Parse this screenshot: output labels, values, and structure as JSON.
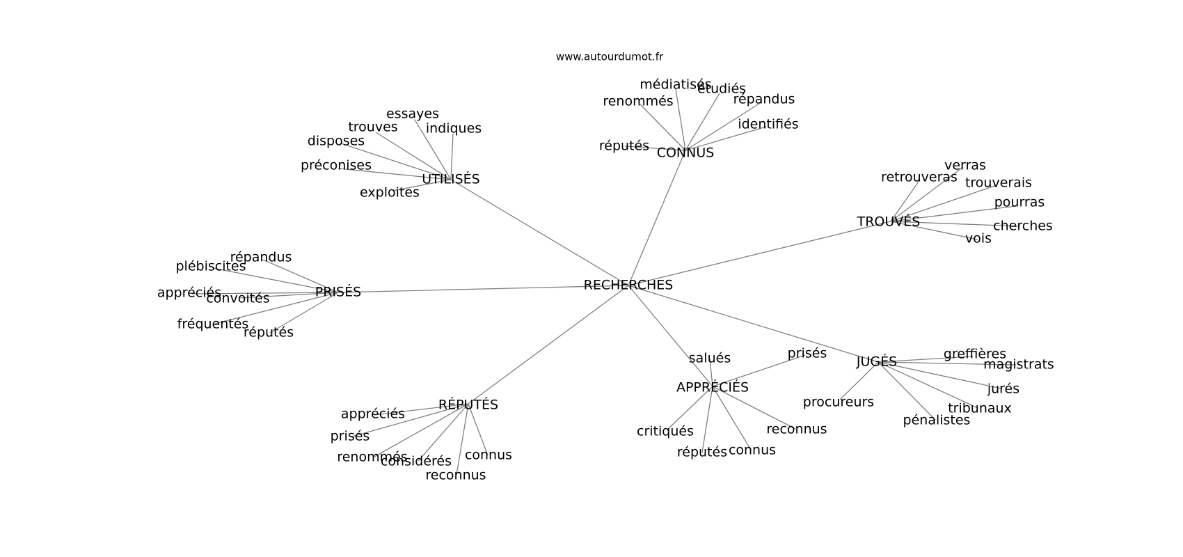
{
  "source": "www.autourdumot.fr",
  "center": "RECHERCHES",
  "hubs": [
    {
      "label": "UTILISÉS",
      "leaves": [
        "essayes",
        "trouves",
        "indiques",
        "disposes",
        "préconises",
        "exploites"
      ]
    },
    {
      "label": "CONNUS",
      "leaves": [
        "médiatisés",
        "étudiés",
        "renommés",
        "répandus",
        "identifiés",
        "réputés"
      ]
    },
    {
      "label": "TROUVÉS",
      "leaves": [
        "verras",
        "retrouveras",
        "trouverais",
        "pourras",
        "cherches",
        "vois"
      ]
    },
    {
      "label": "PRISÉS",
      "leaves": [
        "répandus",
        "plébiscites",
        "appréciés",
        "convoités",
        "fréquentés",
        "réputés"
      ]
    },
    {
      "label": "JUGÉS",
      "leaves": [
        "greffières",
        "magistrats",
        "jurés",
        "procureurs",
        "tribunaux",
        "pénalistes"
      ]
    },
    {
      "label": "APPRÉCIÉS",
      "leaves": [
        "salués",
        "prisés",
        "critiqués",
        "reconnus",
        "réputés",
        "connus"
      ]
    },
    {
      "label": "RÉPUTÉS",
      "leaves": [
        "appréciés",
        "prisés",
        "renommés",
        "considérés",
        "connus",
        "reconnus"
      ]
    }
  ]
}
